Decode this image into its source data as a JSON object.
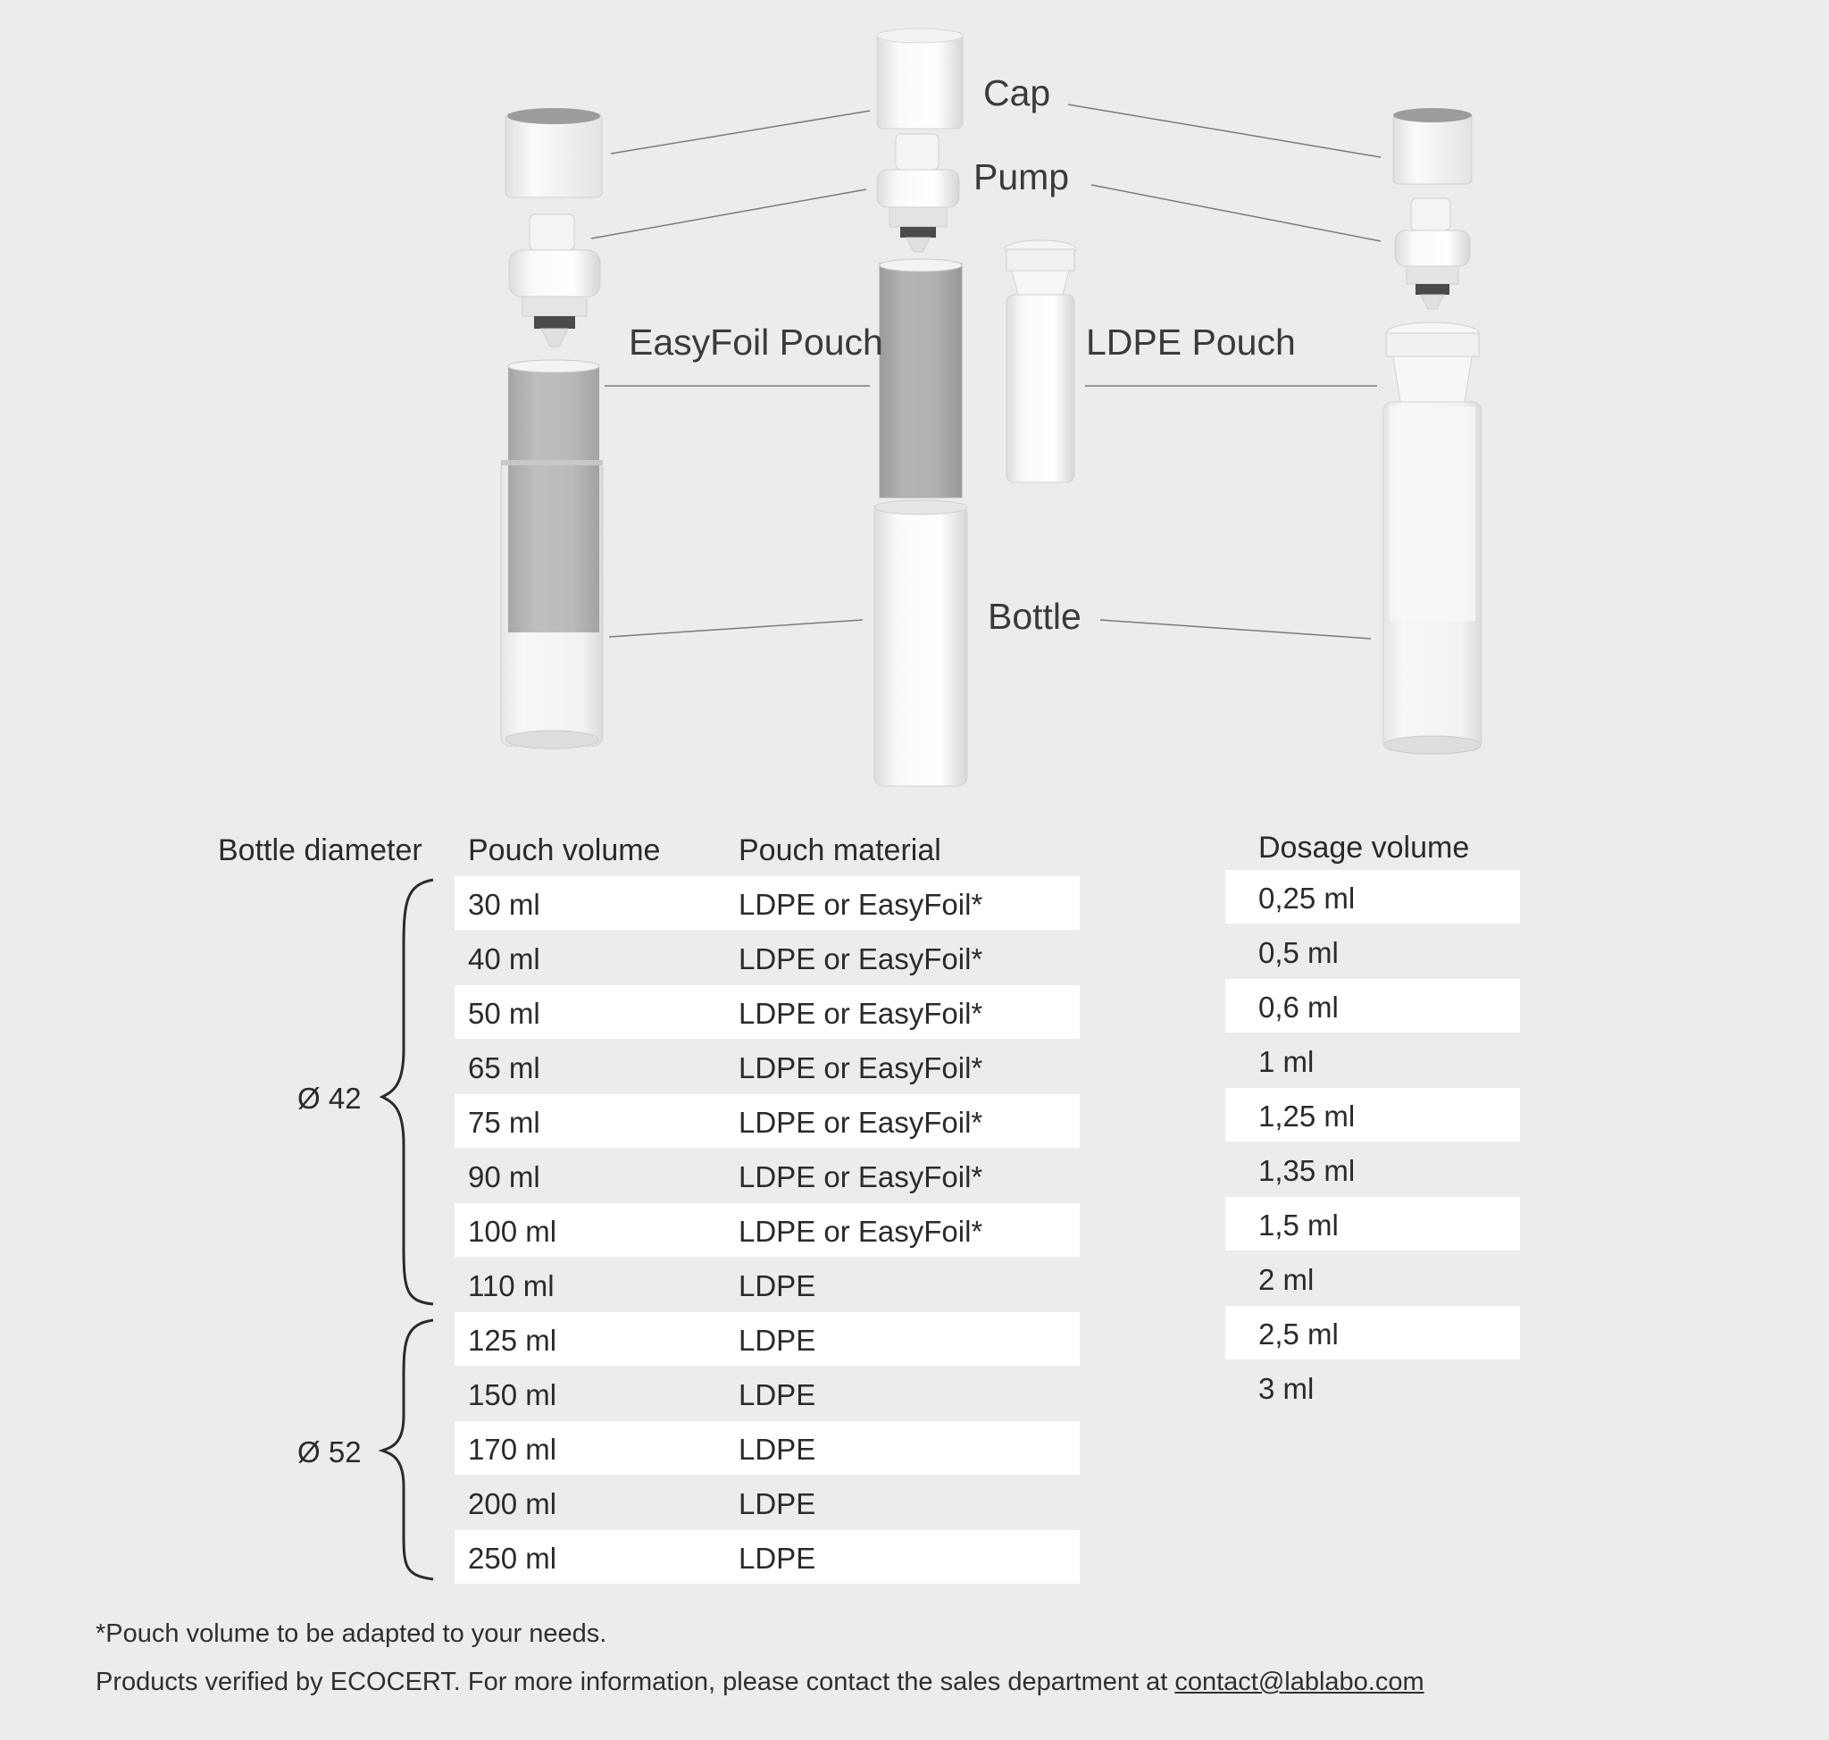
{
  "labels": {
    "cap": "Cap",
    "pump": "Pump",
    "easyfoil_pouch": "EasyFoil Pouch",
    "ldpe_pouch": "LDPE Pouch",
    "bottle": "Bottle"
  },
  "table": {
    "headers": {
      "bottle_diameter": "Bottle diameter",
      "pouch_volume": "Pouch volume",
      "pouch_material": "Pouch material",
      "dosage_volume": "Dosage volume"
    },
    "diameter_groups": [
      "Ø 42",
      "Ø 52"
    ],
    "rows": [
      {
        "volume": "30 ml",
        "material": "LDPE or EasyFoil*"
      },
      {
        "volume": "40 ml",
        "material": "LDPE or EasyFoil*"
      },
      {
        "volume": "50 ml",
        "material": "LDPE or EasyFoil*"
      },
      {
        "volume": "65 ml",
        "material": "LDPE or EasyFoil*"
      },
      {
        "volume": "75 ml",
        "material": "LDPE or EasyFoil*"
      },
      {
        "volume": "90 ml",
        "material": "LDPE or EasyFoil*"
      },
      {
        "volume": "100 ml",
        "material": "LDPE or EasyFoil*"
      },
      {
        "volume": "110 ml",
        "material": "LDPE"
      },
      {
        "volume": "125 ml",
        "material": "LDPE"
      },
      {
        "volume": "150 ml",
        "material": "LDPE"
      },
      {
        "volume": "170 ml",
        "material": "LDPE"
      },
      {
        "volume": "200 ml",
        "material": "LDPE"
      },
      {
        "volume": "250 ml",
        "material": "LDPE"
      }
    ],
    "dosage": [
      "0,25 ml",
      "0,5 ml",
      "0,6 ml",
      "1 ml",
      "1,25 ml",
      "1,35 ml",
      "1,5 ml",
      "2 ml",
      "2,5 ml",
      "3 ml"
    ]
  },
  "footnotes": {
    "note": "*Pouch volume to be adapted to your needs.",
    "contact_text": "Products verified by ECOCERT. For more information, please contact the sales department at ",
    "email": "contact@lablabo.com"
  }
}
